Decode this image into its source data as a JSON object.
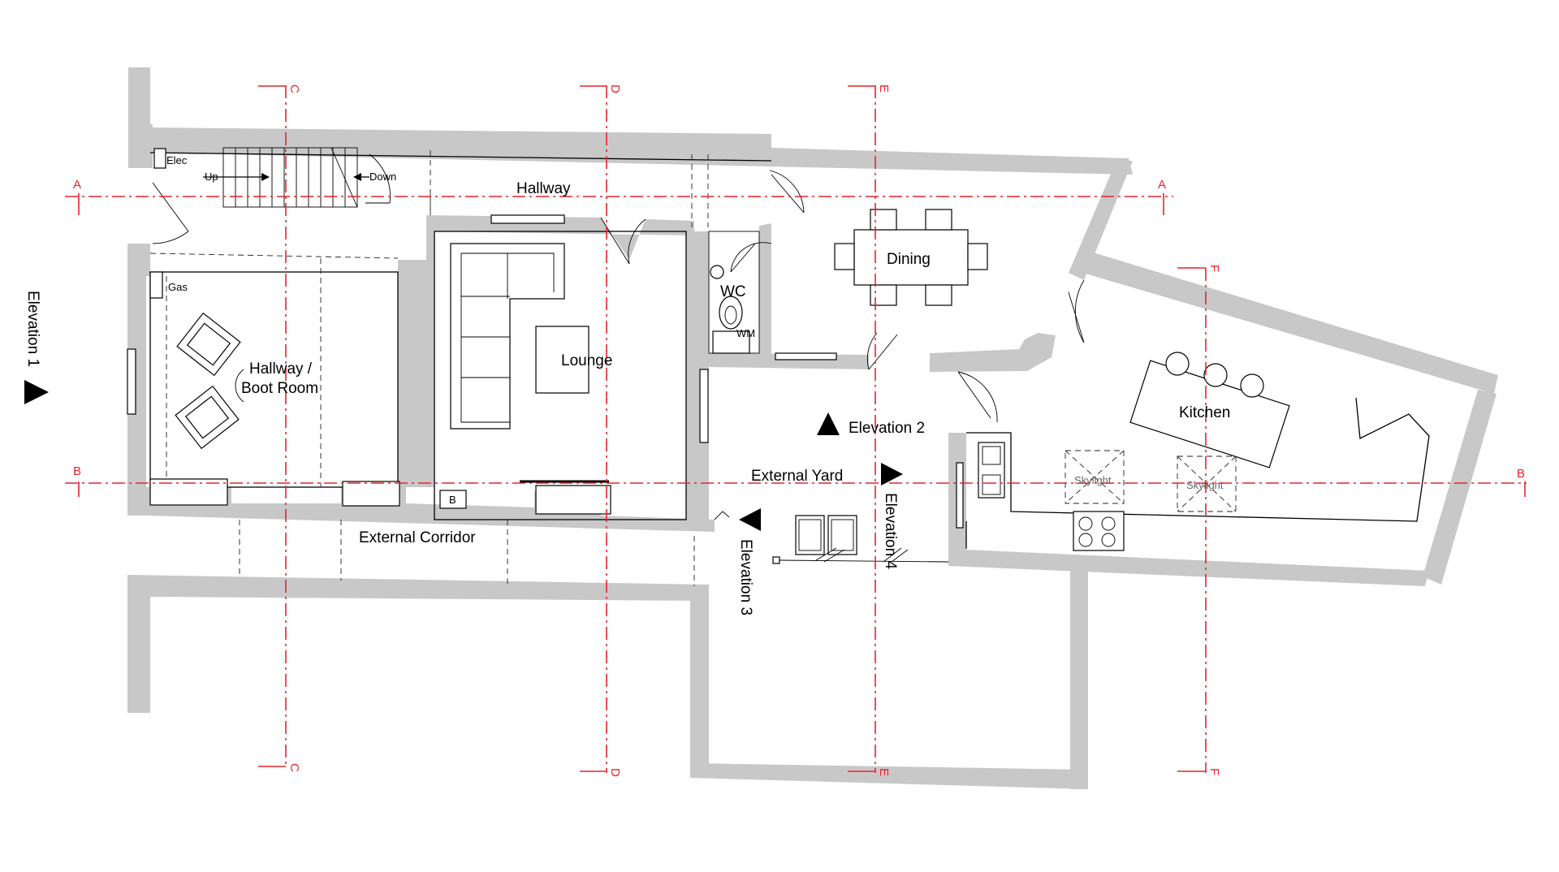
{
  "plan": {
    "rooms": {
      "hallway": "Hallway",
      "hallway_boot_1": "Hallway /",
      "hallway_boot_2": "Boot Room",
      "lounge": "Lounge",
      "wc": "WC",
      "dining": "Dining",
      "kitchen": "Kitchen",
      "external_yard": "External Yard",
      "external_corridor": "External Corridor"
    },
    "fixtures": {
      "elec": "Elec",
      "gas": "Gas",
      "up": "Up",
      "down": "Down",
      "wm": "WM",
      "boiler": "B",
      "skylight_1": "Skylight",
      "skylight_2": "Skylight"
    },
    "elevations": {
      "e1": "Elevation 1",
      "e2": "Elevation 2",
      "e3": "Elevation 3",
      "e4": "Elevation 4"
    },
    "grid_labels": {
      "a": "A",
      "b": "B",
      "c": "C",
      "d": "D",
      "e": "E",
      "f": "F"
    },
    "colors": {
      "wall": "#c8c8c8",
      "section_lines": "#e8242a"
    }
  }
}
